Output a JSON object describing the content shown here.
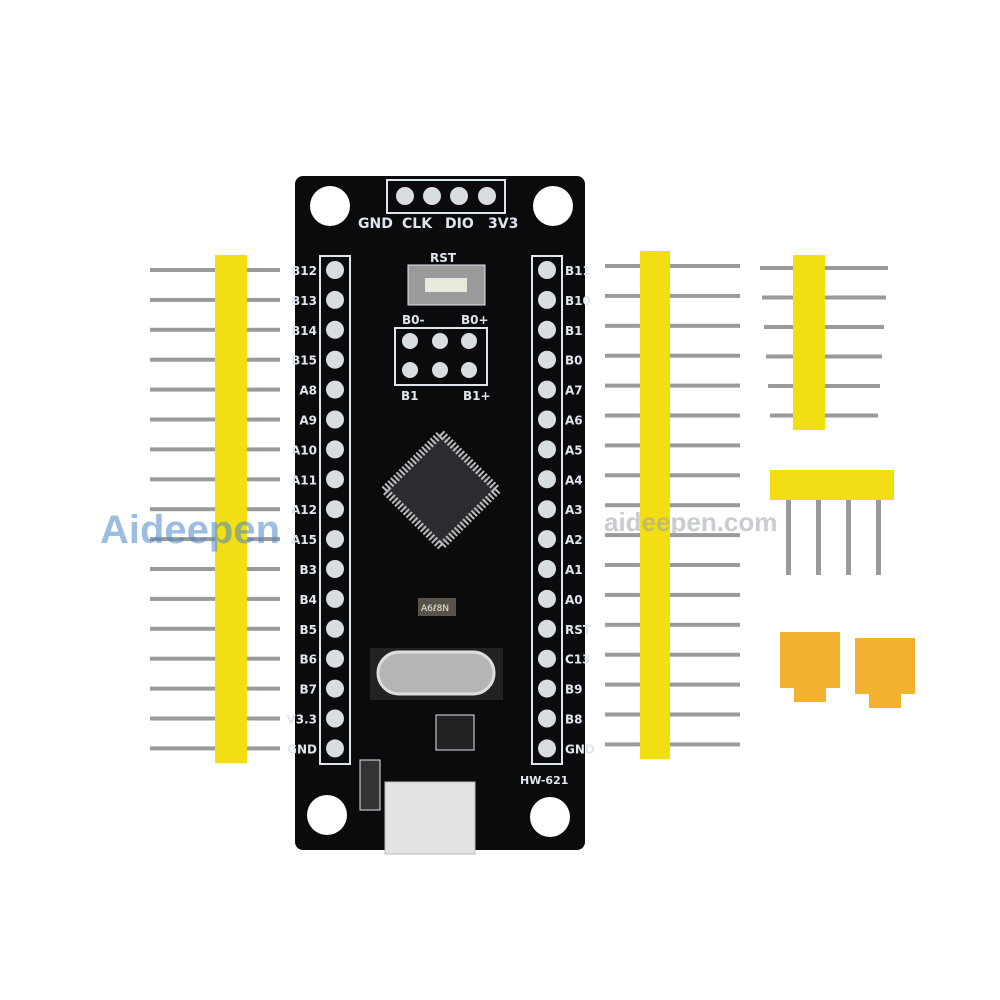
{
  "board": {
    "top_labels": [
      "GND",
      "CLK",
      "DIO",
      "3V3"
    ],
    "reset_label": "RST",
    "boot_labels": [
      "B0-",
      "B0+",
      "B1",
      "B1+"
    ],
    "left_pins": [
      "B12",
      "B13",
      "B14",
      "B15",
      "A8",
      "A9",
      "A10",
      "A11",
      "A12",
      "A15",
      "B3",
      "B4",
      "B5",
      "B6",
      "B7",
      "V3.3",
      "GND"
    ],
    "right_pins": [
      "B11",
      "B10",
      "B1",
      "B0",
      "A7",
      "A6",
      "A5",
      "A4",
      "A3",
      "A2",
      "A1",
      "A0",
      "RST",
      "C13",
      "B9",
      "B8",
      "GND"
    ],
    "regulator_marking": "A6ℓ8N",
    "model": "HW-621",
    "colors": {
      "pcb": "#0b0b0d",
      "silkscreen": "#dfe6ee",
      "header": "#f2de12",
      "jumper": "#f2b230"
    }
  },
  "watermark": {
    "logo": "Aideepen",
    "url": "aideepen.com"
  }
}
